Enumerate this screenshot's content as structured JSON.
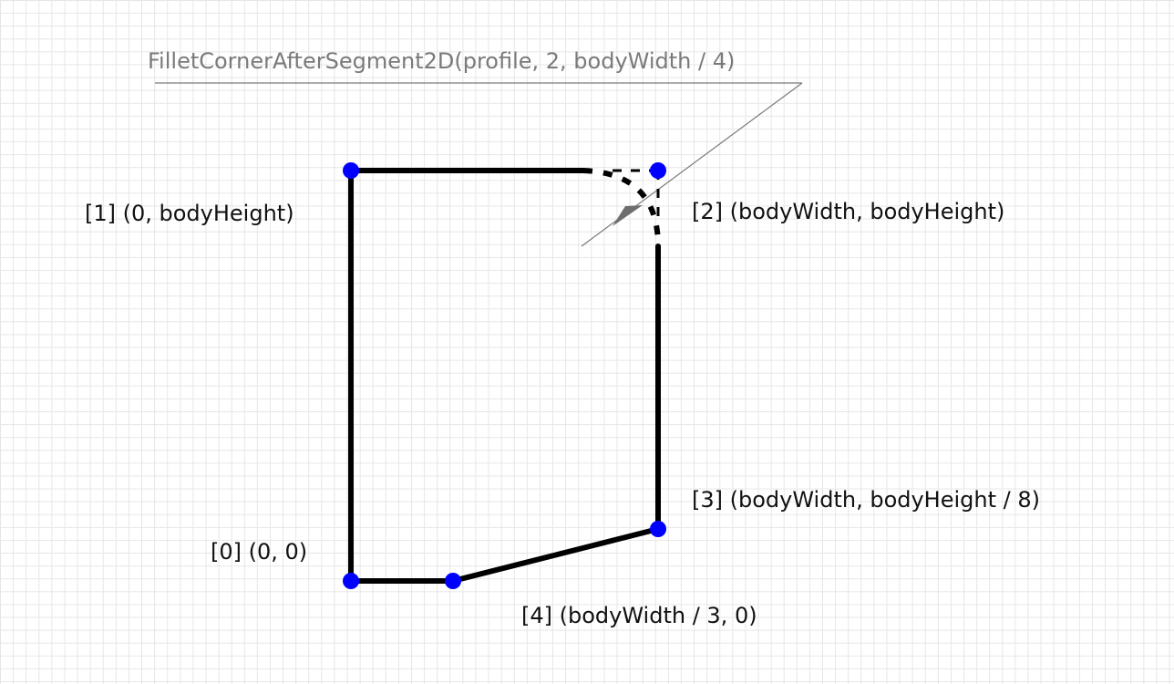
{
  "annotation": {
    "text": "FilletCornerAfterSegment2D(profile, 2, bodyWidth / 4)"
  },
  "points": [
    {
      "index": "[0]",
      "label": "[0] (0, 0)"
    },
    {
      "index": "[1]",
      "label": "[1] (0, bodyHeight)"
    },
    {
      "index": "[2]",
      "label": "[2] (bodyWidth, bodyHeight)"
    },
    {
      "index": "[3]",
      "label": "[3] (bodyWidth, bodyHeight / 8)"
    },
    {
      "index": "[4]",
      "label": "[4] (bodyWidth / 3, 0)"
    }
  ],
  "colors": {
    "point": "#0000ff",
    "profile": "#000000",
    "annotation": "#7a7a7a",
    "grid": "#e6e6e6"
  }
}
